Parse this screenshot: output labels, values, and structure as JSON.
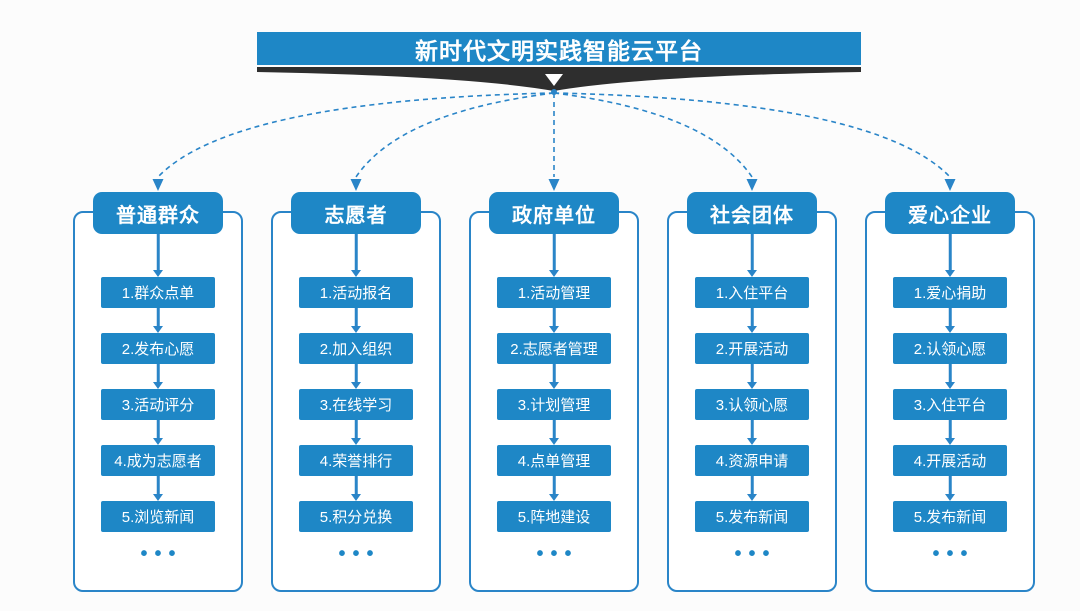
{
  "title": "新时代文明实践智能云平台",
  "more_indicator": "•••",
  "colors": {
    "primary_blue": "#1E87C6",
    "connector_blue": "#2A85C8",
    "ribbon_dark": "#2E2E2E",
    "text_on_blue": "#FFFFFF",
    "background": "#FCFCFC"
  },
  "columns": [
    {
      "header": "普通群众",
      "steps": [
        "1.群众点单",
        "2.发布心愿",
        "3.活动评分",
        "4.成为志愿者",
        "5.浏览新闻"
      ]
    },
    {
      "header": "志愿者",
      "steps": [
        "1.活动报名",
        "2.加入组织",
        "3.在线学习",
        "4.荣誉排行",
        "5.积分兑换"
      ]
    },
    {
      "header": "政府单位",
      "steps": [
        "1.活动管理",
        "2.志愿者管理",
        "3.计划管理",
        "4.点单管理",
        "5.阵地建设"
      ]
    },
    {
      "header": "社会团体",
      "steps": [
        "1.入住平台",
        "2.开展活动",
        "3.认领心愿",
        "4.资源申请",
        "5.发布新闻"
      ]
    },
    {
      "header": "爱心企业",
      "steps": [
        "1.爱心捐助",
        "2.认领心愿",
        "3.入住平台",
        "4.开展活动",
        "5.发布新闻"
      ]
    }
  ]
}
